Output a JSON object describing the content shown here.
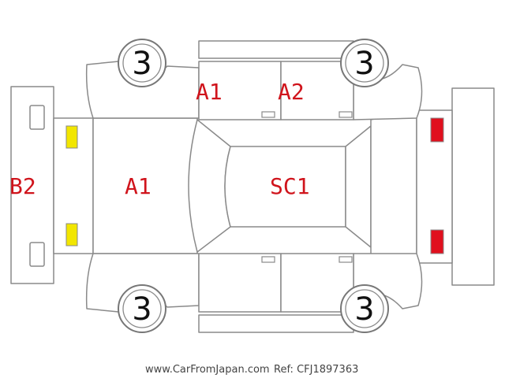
{
  "tire_labels": {
    "front_left": "3",
    "rear_left": "3",
    "front_right": "3",
    "rear_right": "3"
  },
  "damage_labels": {
    "hood": "A1",
    "front_door_top": "A1",
    "rear_door_top": "A2",
    "roof": "SC1",
    "front_bumper": "B2"
  },
  "markers": {
    "headlight_color": "#f2e600",
    "taillight_color": "#e0101e"
  },
  "footer": {
    "site": "www.CarFromJapan.com",
    "ref": "Ref: CFJ1897363"
  }
}
